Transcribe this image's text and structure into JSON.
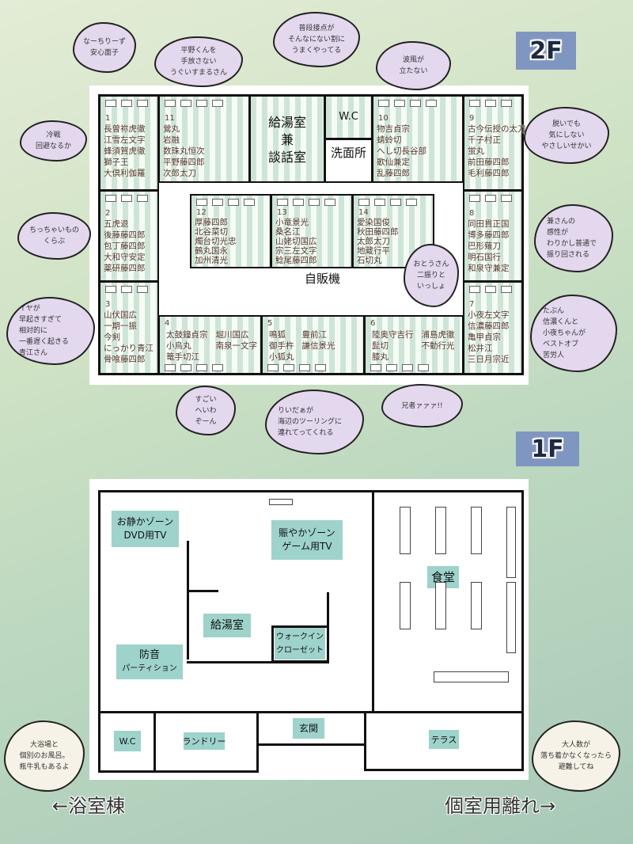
{
  "floor2": {
    "badge": "2F",
    "rooms": [
      {
        "id": "r1",
        "number": "1",
        "names": [
          "長曽祢虎徹",
          "江雪左文字",
          "蜂須賀虎徹",
          "獅子王",
          "大倶利伽羅"
        ]
      },
      {
        "id": "r11",
        "number": "11",
        "names": [
          "鶯丸",
          "岩融",
          "数珠丸恒次",
          "平野藤四郎",
          "次郎太刀"
        ]
      },
      {
        "id": "r10",
        "number": "10",
        "names": [
          "物吉貞宗",
          "蜻蛉切",
          "へし切長谷部",
          "歌仙兼定",
          "乱藤四郎"
        ]
      },
      {
        "id": "r9",
        "number": "9",
        "names": [
          "古今伝授の太刀",
          "千子村正",
          "蛍丸",
          "前田藤四郎",
          "毛利藤四郎"
        ]
      },
      {
        "id": "r2",
        "number": "2",
        "names": [
          "五虎退",
          "後藤藤四郎",
          "包丁藤四郎",
          "大和守安定",
          "薬研藤四郎"
        ]
      },
      {
        "id": "r8",
        "number": "8",
        "names": [
          "同田貫正国",
          "博多藤四郎",
          "巴形薙刀",
          "明石国行",
          "和泉守兼定"
        ]
      },
      {
        "id": "r3",
        "number": "3",
        "names": [
          "山伏国広",
          "一期一振",
          "今剣",
          "にっかり青江",
          "骨喰藤四郎"
        ]
      },
      {
        "id": "r7",
        "number": "7",
        "names": [
          "小夜左文字",
          "信濃藤四郎",
          "亀甲貞宗",
          "松井江",
          "三日月宗近"
        ]
      },
      {
        "id": "r12",
        "number": "12",
        "names": [
          "厚藤四郎",
          "北谷菜切",
          "燭台切光忠",
          "鶴丸国永",
          "加州清光"
        ]
      },
      {
        "id": "r13",
        "number": "13",
        "names": [
          "小竜景光",
          "桑名江",
          "山姥切国広",
          "宗三左文字",
          "鯰尾藤四郎"
        ]
      },
      {
        "id": "r14",
        "number": "14",
        "names": [
          "愛染国俊",
          "秋田藤四郎",
          "太郎太刀",
          "地蔵行平",
          "石切丸"
        ]
      },
      {
        "id": "r4",
        "number": "4",
        "names": [
          "太鼓鐘貞宗",
          "小烏丸",
          "篭手切江",
          "堀川国広",
          "南泉一文字"
        ]
      },
      {
        "id": "r5",
        "number": "5",
        "names": [
          "鳴狐",
          "御手杵",
          "小狐丸",
          "豊前江",
          "謙信景光"
        ]
      },
      {
        "id": "r6",
        "number": "6",
        "names": [
          "陸奥守吉行",
          "髭切",
          "膝丸",
          "浦島虎徹",
          "不動行光"
        ]
      }
    ],
    "facilities": {
      "kitchen_lounge": [
        "給湯室",
        "兼",
        "談話室"
      ],
      "wc": "W.C",
      "washroom": "洗面所",
      "vending": "自販機"
    },
    "bubbles": [
      {
        "id": "b1",
        "lines": [
          "なーちりーず",
          "安心面子"
        ]
      },
      {
        "id": "b2",
        "lines": [
          "平野くんを",
          "手放さない",
          "うぐいすまるさん"
        ]
      },
      {
        "id": "b3",
        "lines": [
          "普段接点が",
          "そんなにない割に",
          "うまくやってる"
        ]
      },
      {
        "id": "b4",
        "lines": [
          "波風が",
          "立たない"
        ]
      },
      {
        "id": "b5",
        "lines": [
          "脱いでも",
          "気にしない",
          "やさしいせかい"
        ]
      },
      {
        "id": "b6",
        "lines": [
          "冷戦",
          "回避なるか"
        ]
      },
      {
        "id": "b7",
        "lines": [
          "ちっちゃいもの",
          "くらぶ"
        ]
      },
      {
        "id": "b8",
        "lines": [
          "イヤが",
          "早起きすぎて",
          "相対的に",
          "一番遅く起きる",
          "青江さん"
        ]
      },
      {
        "id": "b9",
        "lines": [
          "兼さんの",
          "感性が",
          "わりかし普通で",
          "振り回される"
        ]
      },
      {
        "id": "b10",
        "lines": [
          "たぶん",
          "信濃くんと",
          "小夜ちゃんが",
          "ベストオブ",
          "苦労人"
        ]
      },
      {
        "id": "b11",
        "lines": [
          "おとうさん",
          "二振りと",
          "いっしょ"
        ]
      },
      {
        "id": "b12",
        "lines": [
          "すごい",
          "へいわ",
          "ぞーん"
        ]
      },
      {
        "id": "b13",
        "lines": [
          "りいだぁが",
          "海辺のツーリングに",
          "連れてってくれる"
        ]
      },
      {
        "id": "b14",
        "lines": [
          "兄者ァァァ!!"
        ]
      }
    ]
  },
  "floor1": {
    "badge": "1F",
    "zones": {
      "quiet": [
        "お静かゾーン",
        "DVD用TV"
      ],
      "lively": [
        "賑やかゾーン",
        "ゲーム用TV"
      ],
      "kitchen": [
        "給湯室"
      ],
      "closet": [
        "ウォークイン",
        "クローゼット"
      ],
      "partition": [
        "防音",
        "パーティション"
      ],
      "dining": [
        "食堂"
      ],
      "wc": [
        "W.C"
      ],
      "laundry": [
        "ランドリー"
      ],
      "entrance": [
        "玄関"
      ],
      "terrace": [
        "テラス"
      ]
    },
    "bubbles": [
      {
        "id": "b15",
        "lines": [
          "大浴場と",
          "個別のお風呂。",
          "瓶牛乳もあるよ"
        ]
      },
      {
        "id": "b16",
        "lines": [
          "大人数が",
          "落ち着かなくなったら",
          "避難してね"
        ]
      }
    ],
    "directions": {
      "left": "←浴室棟",
      "right": "個室用離れ→"
    }
  },
  "colors": {
    "bubble": "#e4d8ee",
    "bubble_cream": "#f6f2e8",
    "badge": "#7f96c0",
    "stripe": "#cde5d6",
    "zone": "#9ed3cc"
  }
}
